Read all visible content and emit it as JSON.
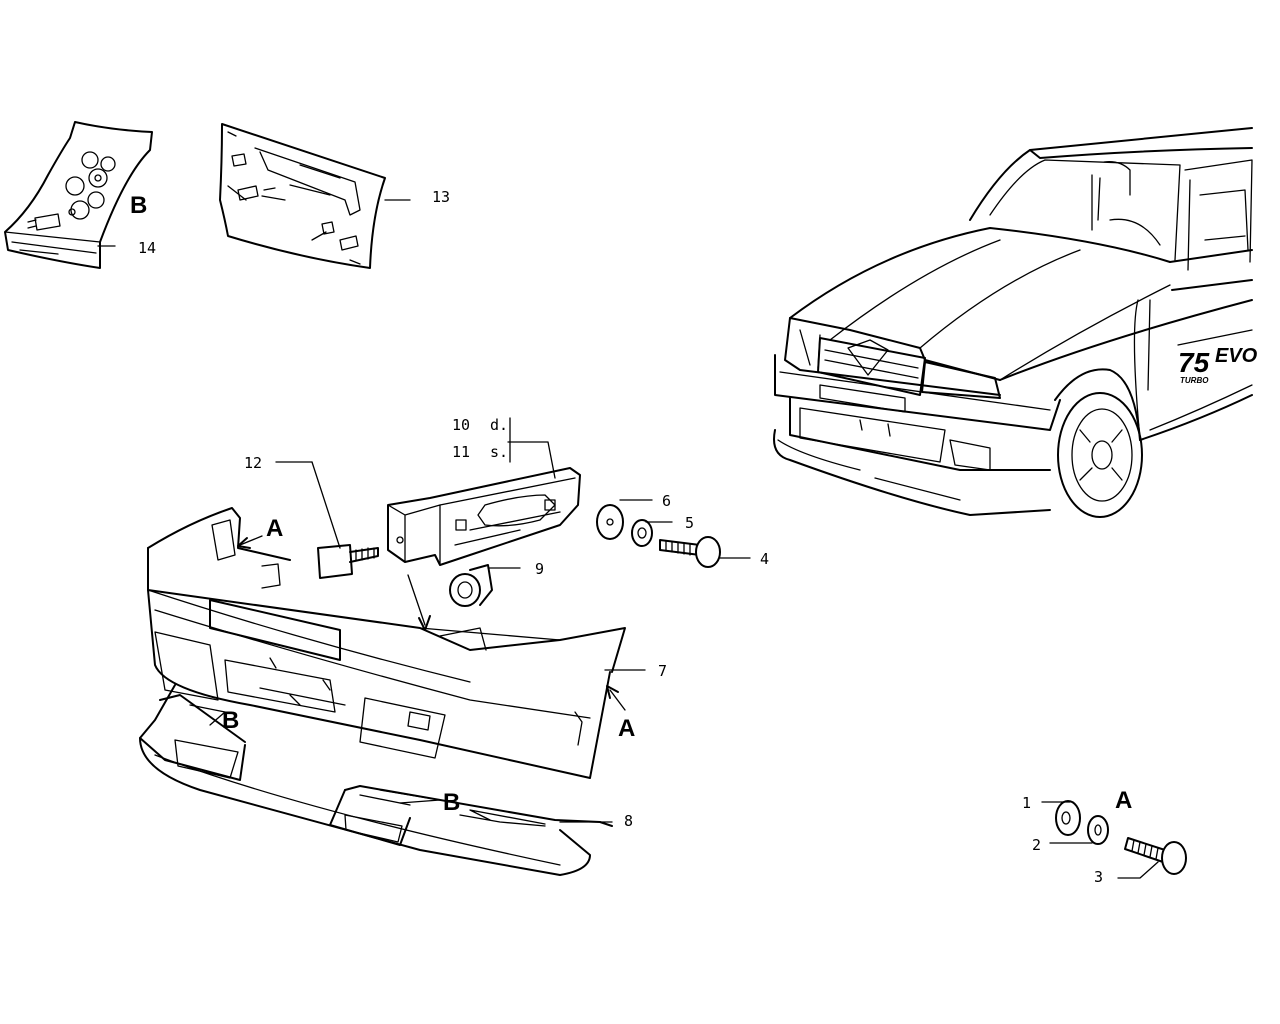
{
  "callouts": {
    "c1": "1",
    "c2": "2",
    "c3": "3",
    "c4": "4",
    "c5": "5",
    "c6": "6",
    "c7": "7",
    "c8": "8",
    "c9": "9",
    "c10": "10",
    "c11": "11",
    "c12": "12",
    "c13": "13",
    "c14": "14"
  },
  "side_labels": {
    "right": "d.",
    "left": "s."
  },
  "detail_letters": {
    "a": "A",
    "b": "B"
  },
  "car_badge": {
    "model": "75",
    "variant": "EVO",
    "subtitle": "TURBO"
  }
}
